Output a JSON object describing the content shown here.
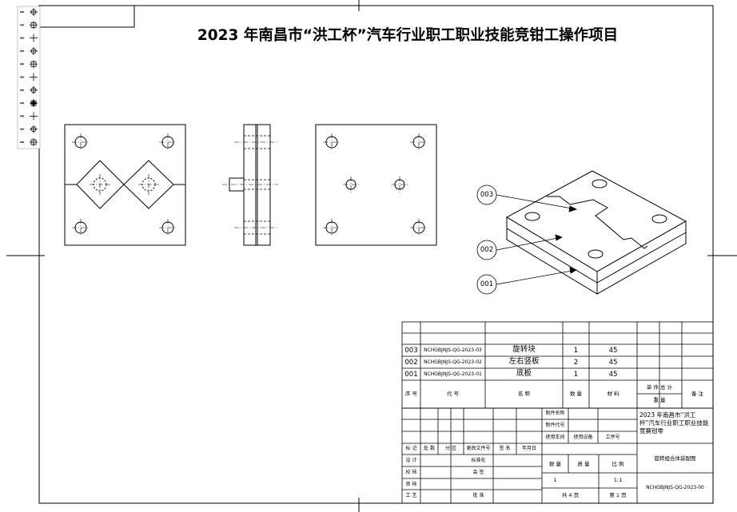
{
  "title": "2023 年南昌市“洪工杯”汽车行业职工职业技能竞钳工操作项目",
  "balloons": [
    "003",
    "002",
    "001"
  ],
  "left_toolbar_icons": [
    "datum-symbol-icon",
    "line-icon",
    "perpendicular-icon",
    "cross-hair-icon",
    "asterisk-icon",
    "circle-cross-icon",
    "circle-plus-icon",
    "star-icon",
    "square-cross-icon",
    "target-icon",
    "flame-icon"
  ],
  "parts_table": {
    "rows": [
      {
        "seq": "003",
        "code": "NCHGBJNJS-QG-2023-03",
        "name": "旋转块",
        "qty": "1",
        "material": "45"
      },
      {
        "seq": "002",
        "code": "NCHGBJNJS-QG-2023-02",
        "name": "左右竖板",
        "qty": "2",
        "material": "45"
      },
      {
        "seq": "001",
        "code": "NCHGBJNJS-QG-2023-01",
        "name": "底板",
        "qty": "1",
        "material": "45"
      }
    ],
    "headers": {
      "seq": "序 号",
      "code": "代 号",
      "name": "名 称",
      "qty": "数 量",
      "material": "材 料",
      "unit_total": "单 件 总 计",
      "weight": "重 量",
      "remark": "备 注"
    }
  },
  "title_block": {
    "make_name": "制件名称",
    "make_code": "制件代号",
    "workshop": "使用车间",
    "equipment": "使用设备",
    "process_no": "工序号",
    "revision_headers": [
      "标 记",
      "处 数",
      "分 区",
      "更改文件号",
      "签 名",
      "年月日"
    ],
    "left_labels": [
      "设 计",
      "校 核",
      "审 核",
      "工 艺"
    ],
    "std": "标准化",
    "sign": "会 签",
    "approve": "批 准",
    "qty_label": "数 量",
    "mass_label": "质 量",
    "scale_label": "比 例",
    "qty_value": "1",
    "scale_value": "1:1",
    "sheets": "共 4 页",
    "sheet_no": "第 1 页",
    "company": "2023 年南昌市“洪工杯”汽车行业职工职业技能竞赛钳零",
    "drawing_name": "旋转组合体装配图",
    "drawing_code": "NCHGBJNJS-QG-2023-00"
  }
}
